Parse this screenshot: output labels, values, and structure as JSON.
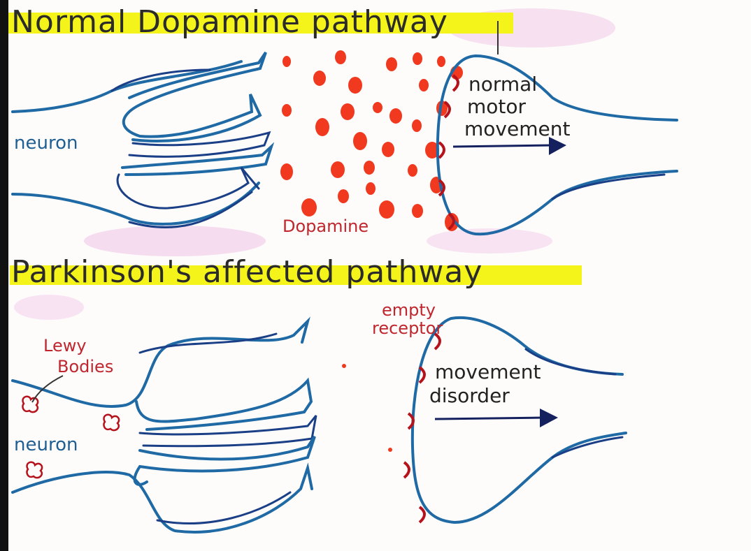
{
  "top": {
    "title": "Normal Dopamine pathway",
    "neuron_label": "neuron",
    "dopamine_label": "Dopamine",
    "result_line1": "normal",
    "result_line2": "motor",
    "result_line3": "movement"
  },
  "bottom": {
    "title": "Parkinson's affected pathway",
    "lewy_line1": "Lewy",
    "lewy_line2": "Bodies",
    "neuron_label": "neuron",
    "receptor_line1": "empty",
    "receptor_line2": "receptor",
    "result_line1": "movement",
    "result_line2": "disorder"
  },
  "colors": {
    "highlight": "#f4f41a",
    "neuron_blue": "#1f6aa5",
    "neuron_dark": "#1a3f86",
    "dopamine_red": "#f0391f",
    "receptor_red": "#b5121b",
    "arrow_navy": "#14215e",
    "pink_smudge": "#f2c6e8"
  }
}
